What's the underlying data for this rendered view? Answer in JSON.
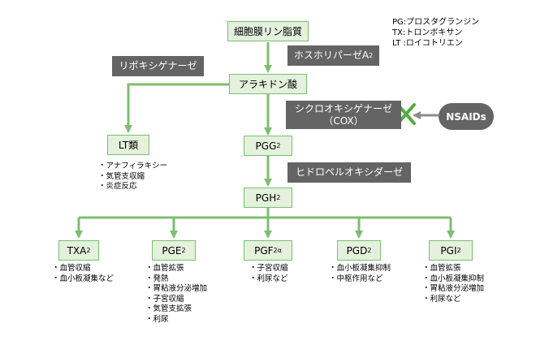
{
  "legend": [
    "PG:プロスタグランジン",
    "TX:トロンボキサン",
    "LT :ロイコトリエン"
  ],
  "nodes": {
    "phospholipid": "細胞膜リン脂質",
    "arachidonic": "アラキドン酸",
    "lt": "LT類",
    "pgg2": {
      "base": "PGG",
      "sub": "2"
    },
    "pgh2": {
      "base": "PGH",
      "sub": "2"
    },
    "txa2": {
      "base": "TXA",
      "sub": "2"
    },
    "pge2": {
      "base": "PGE",
      "sub": "2"
    },
    "pgf2a": {
      "base": "PGF",
      "sub": "2α"
    },
    "pgd2": {
      "base": "PGD",
      "sub": "2"
    },
    "pgi2": {
      "base": "PGI",
      "sub": "2"
    }
  },
  "enzymes": {
    "phospholipase": {
      "base": "ホスホリパーゼA",
      "sub": "2"
    },
    "lipoxygenase": "リポキシゲナーゼ",
    "cox_line1": "シクロオキシゲナーゼ",
    "cox_line2": "（COX）",
    "hydroperoxidase": "ヒドロペルオキシダーゼ"
  },
  "nsaids": "NSAIDs",
  "effects": {
    "lt": [
      "・アナフィラキシー",
      "・気管支収縮",
      "・炎症反応"
    ],
    "txa2": [
      "・血管収縮",
      "・血小板凝集など"
    ],
    "pge2": [
      "・血管拡張",
      "・発熱",
      "・胃粘液分泌増加",
      "・子宮収縮",
      "・気管支拡張",
      "・利尿"
    ],
    "pgf2a": [
      "・子宮収縮",
      "・利尿など"
    ],
    "pgd2": [
      "・血小板凝集抑制",
      "・中枢作用など"
    ],
    "pgi2": [
      "・血管拡張",
      "・血小板凝集抑制",
      "・胃粘液分泌増加",
      "・利尿など"
    ]
  },
  "colors": {
    "arrow": "#7cbf6f",
    "node_fill": "#e3f1dd",
    "enzyme_fill": "#646464",
    "inhibit_x": "#4fae3d"
  }
}
